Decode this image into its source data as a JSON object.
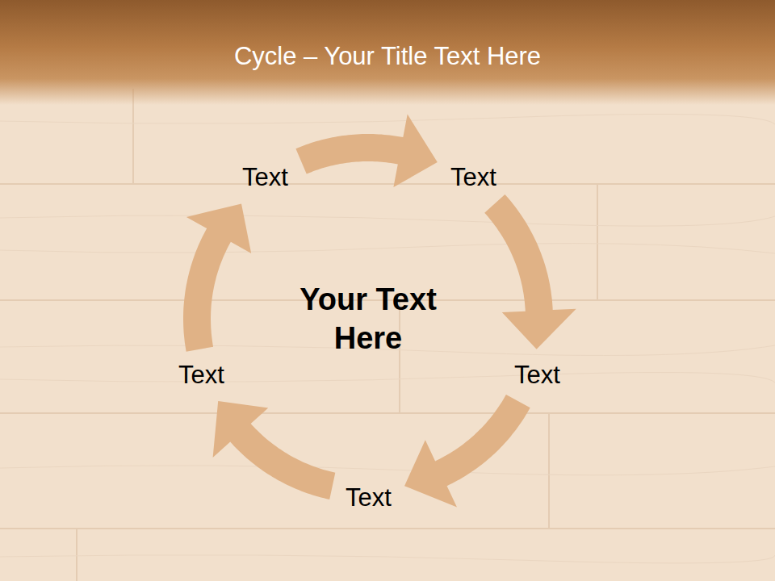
{
  "diagram": {
    "title": "Cycle – Your Title Text Here",
    "nodes": [
      {
        "text": [
          "Text"
        ]
      },
      {
        "text": [
          "Text"
        ]
      },
      {
        "text": [
          "Text"
        ]
      },
      {
        "text": [
          "Text"
        ]
      },
      {
        "text": [
          "Text"
        ]
      },
      {
        "text": [
          "Your Text Here"
        ]
      }
    ],
    "edges": [
      {
        "from": 0,
        "to": 1,
        "arrow": "to"
      },
      {
        "from": 1,
        "to": 2,
        "arrow": "to"
      },
      {
        "from": 2,
        "to": 3,
        "arrow": "to"
      },
      {
        "from": 3,
        "to": 4,
        "arrow": "to"
      },
      {
        "from": 4,
        "to": 0,
        "arrow": "to"
      }
    ]
  }
}
